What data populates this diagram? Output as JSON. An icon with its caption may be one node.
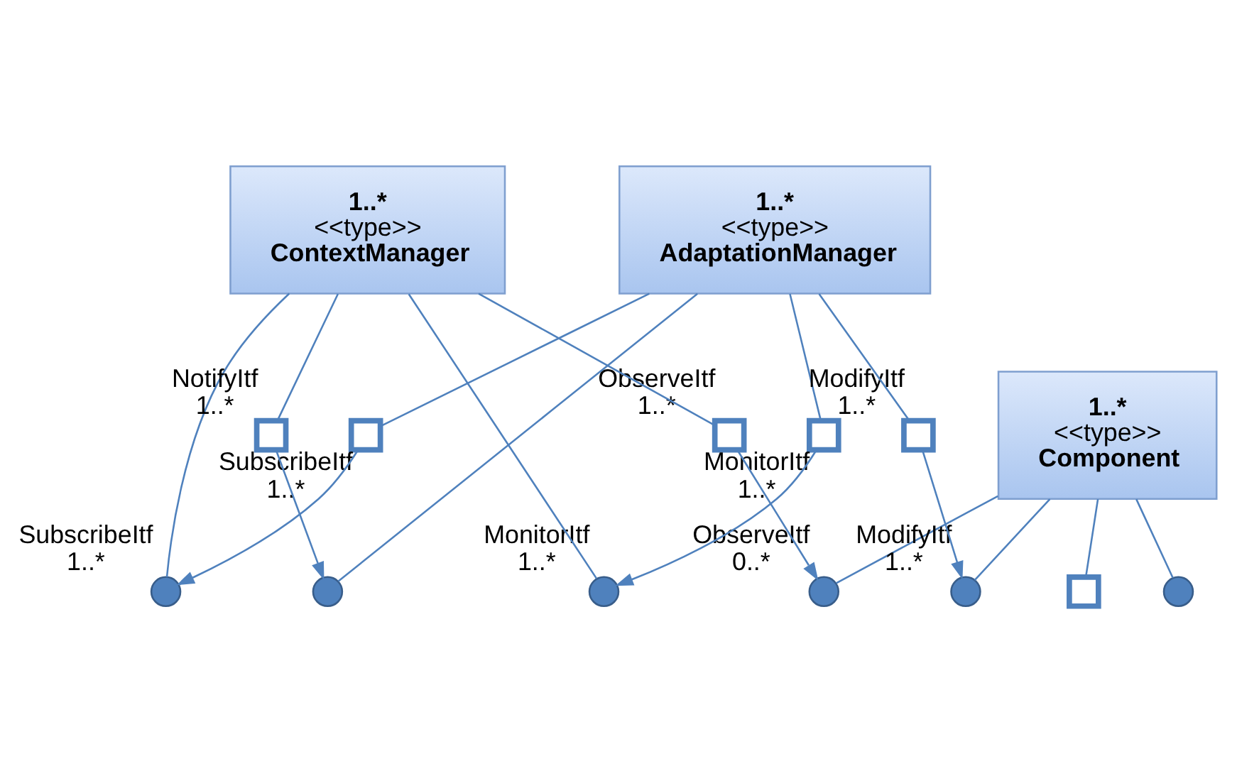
{
  "diagram": {
    "nodes": [
      {
        "text": [
          "1..*",
          "<<type>>",
          "ContextManager"
        ]
      },
      {
        "text": [
          "1..*",
          "<<type>>",
          "AdaptationManager"
        ]
      },
      {
        "text": [
          "1..*",
          "<<type>>",
          "Component"
        ]
      },
      {
        "text": [],
        "shape": "circle",
        "beside": [
          "SubscribeItf",
          "1..*"
        ]
      },
      {
        "text": [],
        "shape": "circle",
        "beside": [
          "MonitorItf",
          "1..*"
        ]
      },
      {
        "text": [],
        "shape": "arc",
        "beside": [
          "NotifyItf",
          "1..*"
        ]
      },
      {
        "text": [],
        "shape": "arc",
        "beside": [
          "ObserveItf",
          "1..*"
        ]
      },
      {
        "text": [],
        "shape": "circle"
      },
      {
        "text": [],
        "shape": "arc",
        "beside": [
          "SubscribeItf",
          "1..*"
        ]
      },
      {
        "text": [],
        "shape": "arc",
        "beside": [
          "MonitorItf",
          "1..*"
        ]
      },
      {
        "text": [],
        "shape": "arc",
        "beside": [
          "ModifyItf",
          "1..*"
        ]
      },
      {
        "text": [],
        "shape": "circle",
        "beside": [
          "ObserveItf",
          "0..*"
        ]
      },
      {
        "text": [],
        "shape": "circle",
        "beside": [
          "ModifyItf",
          "1..*"
        ]
      },
      {
        "text": [],
        "shape": "circle"
      },
      {
        "text": [],
        "shape": "arc"
      }
    ],
    "edges": [
      {
        "from": 0,
        "to": 3,
        "arrow": "none"
      },
      {
        "from": 0,
        "to": 4,
        "arrow": "none"
      },
      {
        "from": 0,
        "to": 5,
        "arrow": "none"
      },
      {
        "from": 0,
        "to": 6,
        "arrow": "none"
      },
      {
        "from": 1,
        "to": 7,
        "arrow": "none"
      },
      {
        "from": 1,
        "to": 8,
        "arrow": "none"
      },
      {
        "from": 1,
        "to": 9,
        "arrow": "none"
      },
      {
        "from": 1,
        "to": 10,
        "arrow": "none"
      },
      {
        "from": 2,
        "to": 11,
        "arrow": "none"
      },
      {
        "from": 2,
        "to": 12,
        "arrow": "none"
      },
      {
        "from": 2,
        "to": 13,
        "arrow": "none"
      },
      {
        "from": 2,
        "to": 14,
        "arrow": "none"
      },
      {
        "from": 8,
        "to": 3,
        "arrow": "to"
      },
      {
        "from": 9,
        "to": 4,
        "arrow": "to"
      },
      {
        "from": 5,
        "to": 7,
        "arrow": "to"
      },
      {
        "from": 6,
        "to": 11,
        "arrow": "to"
      },
      {
        "from": 10,
        "to": 12,
        "arrow": "to"
      }
    ]
  }
}
